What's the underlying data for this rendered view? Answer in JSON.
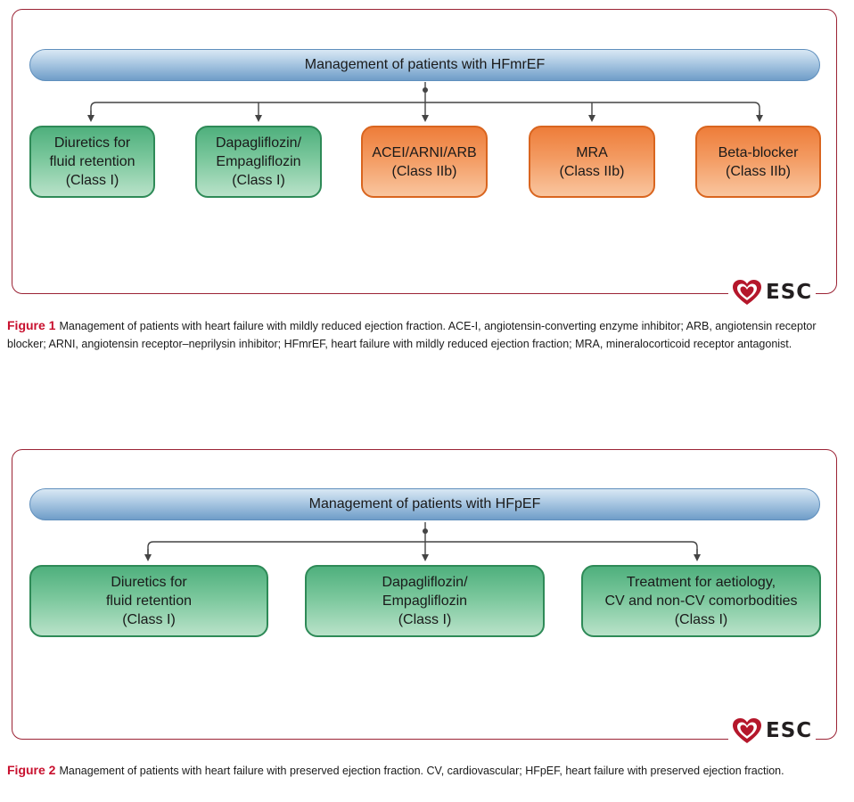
{
  "figure1": {
    "header": "Management of patients with HFmrEF",
    "boxes": [
      {
        "line1": "Diuretics for",
        "line2": "fluid retention",
        "line3": "(Class I)",
        "color": "green"
      },
      {
        "line1": "Dapagliflozin/",
        "line2": "Empagliflozin",
        "line3": "(Class I)",
        "color": "green"
      },
      {
        "line1": "ACEI/ARNI/ARB",
        "line2": "(Class IIb)",
        "color": "orange"
      },
      {
        "line1": "MRA",
        "line2": "(Class IIb)",
        "color": "orange"
      },
      {
        "line1": "Beta-blocker",
        "line2": "(Class IIb)",
        "color": "orange"
      }
    ],
    "logo_text": "ESC",
    "caption_label": "Figure 1",
    "caption_text": "Management of patients with heart failure with mildly reduced ejection fraction. ACE-I, angiotensin-converting enzyme inhibitor; ARB, angiotensin receptor blocker; ARNI, angiotensin receptor–neprilysin inhibitor; HFmrEF, heart failure with mildly reduced ejection fraction; MRA, mineralocorticoid receptor antagonist."
  },
  "figure2": {
    "header": "Management of patients with HFpEF",
    "boxes": [
      {
        "line1": "Diuretics for",
        "line2": "fluid retention",
        "line3": "(Class I)",
        "color": "green"
      },
      {
        "line1": "Dapagliflozin/",
        "line2": "Empagliflozin",
        "line3": "(Class I)",
        "color": "green"
      },
      {
        "line1": "Treatment for aetiology,",
        "line2": "CV and non-CV comorbodities",
        "line3": "(Class I)",
        "color": "green"
      }
    ],
    "logo_text": "ESC",
    "caption_label": "Figure 2",
    "caption_text": "Management of patients with heart failure with preserved ejection fraction. CV, cardiovascular; HFpEF, heart failure with preserved ejection fraction."
  },
  "colors": {
    "frame": "#9b2335",
    "green_border": "#2e8a57",
    "orange_border": "#d9651f",
    "header_border": "#5f8fbd",
    "caption_label": "#c8102e"
  }
}
